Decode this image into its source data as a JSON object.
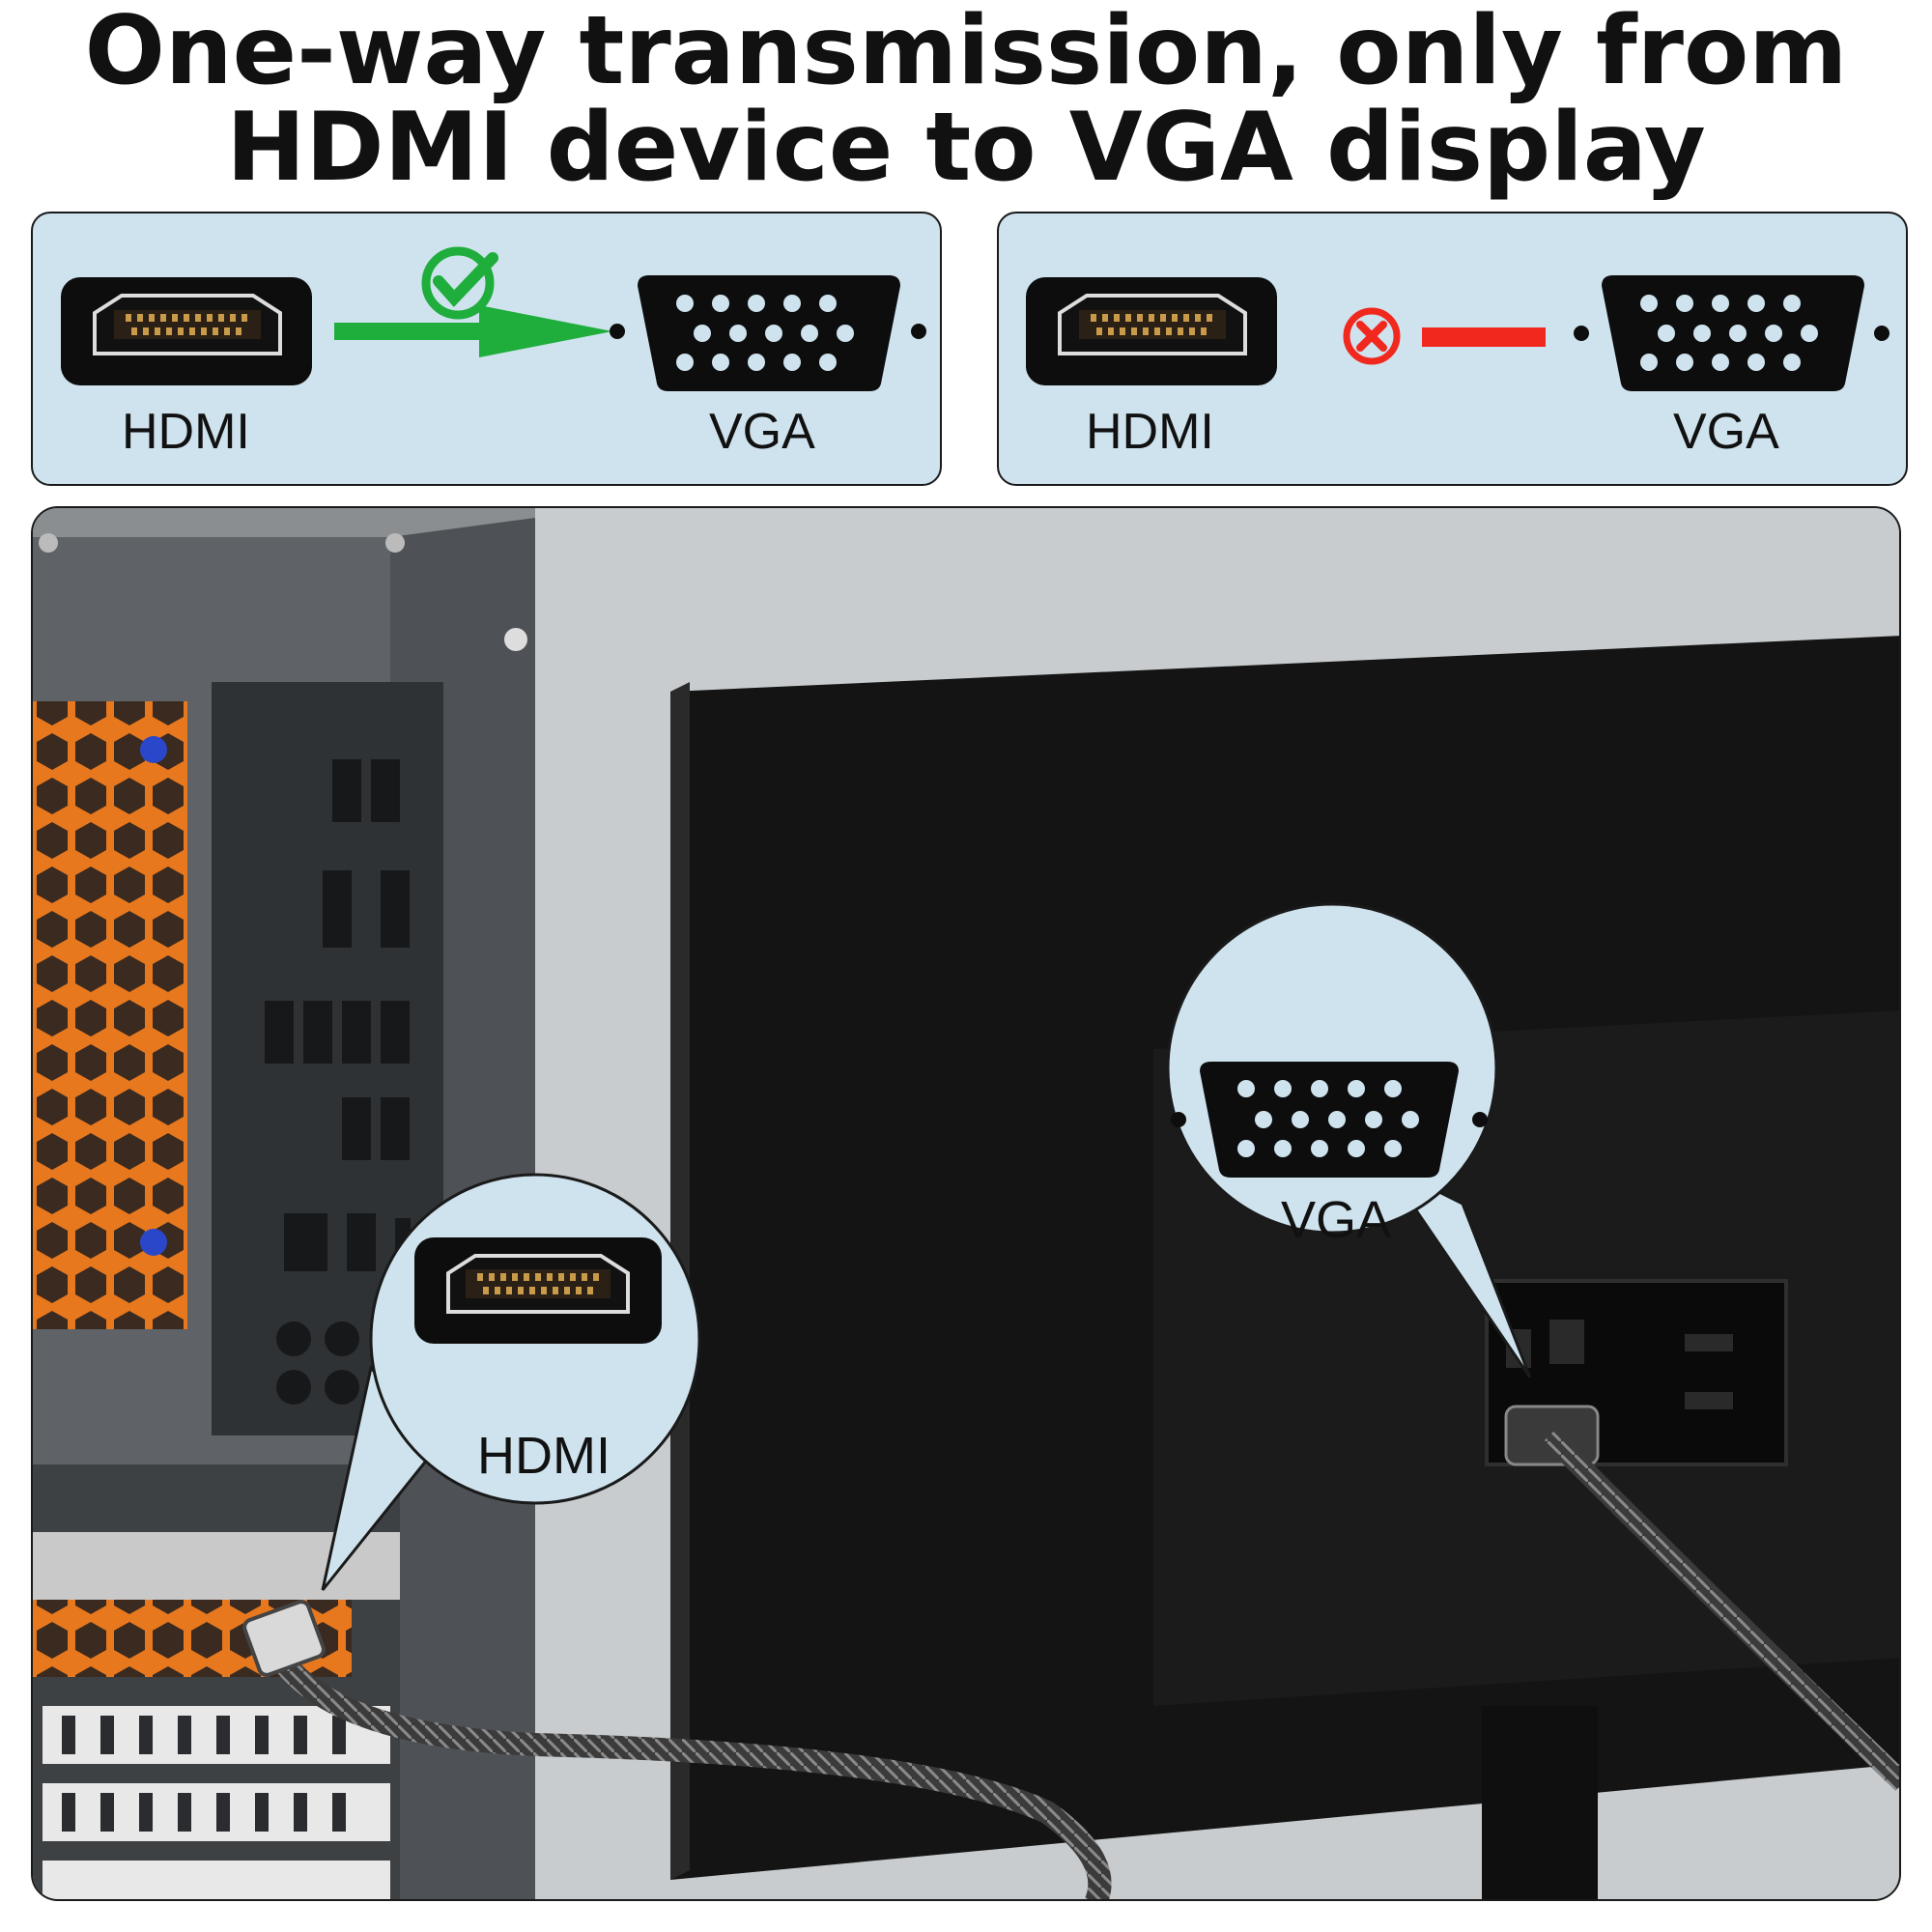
{
  "headline": {
    "line1": "One-way transmission, only from",
    "line2": "HDMI device to VGA display"
  },
  "diagram_left": {
    "source_label": "HDMI",
    "target_label": "VGA",
    "status_icon": "check-circle-icon",
    "arrow_color": "#1fad3c"
  },
  "diagram_right": {
    "source_label": "HDMI",
    "target_label": "VGA",
    "status_icon": "cross-circle-icon",
    "line_color": "#f0281e"
  },
  "photo": {
    "callout_source_label": "HDMI",
    "callout_target_label": "VGA"
  },
  "colors": {
    "panel_bg": "#cfe3ee",
    "connector": "#0d0d0d",
    "pin": "#cfe3ee"
  }
}
